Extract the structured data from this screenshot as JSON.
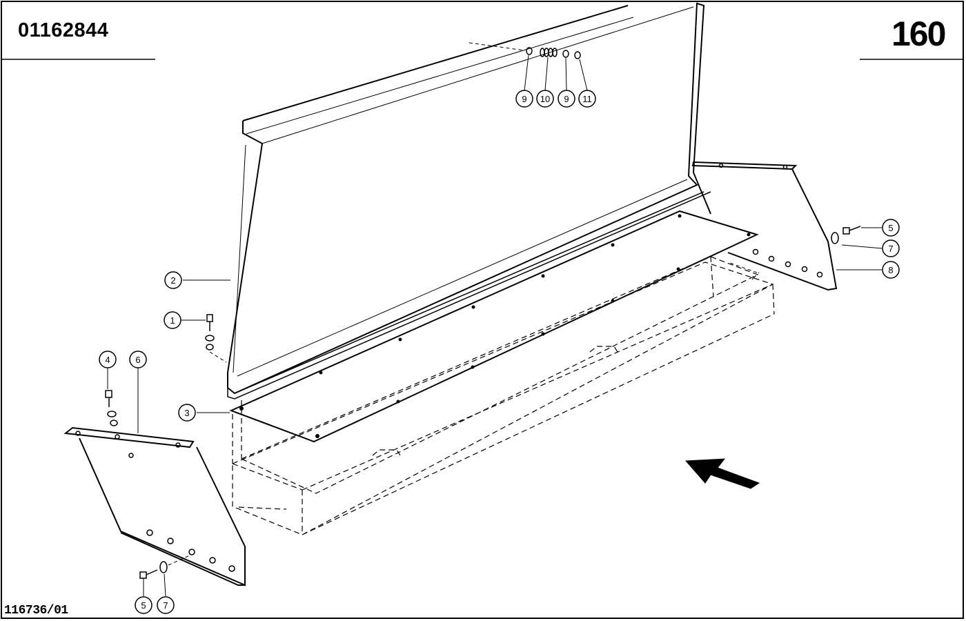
{
  "header": {
    "document_number": "01162844",
    "page_number": "160"
  },
  "footer": {
    "drawing_reference": "116736/01"
  },
  "callouts": {
    "c1": "1",
    "c2": "2",
    "c3": "3",
    "c4": "4",
    "c5a": "5",
    "c5b": "5",
    "c6": "6",
    "c7a": "7",
    "c7b": "7",
    "c8": "8",
    "c9a": "9",
    "c9b": "9",
    "c10": "10",
    "c11": "11"
  },
  "icons": {
    "direction_arrow": "arrow-up-left"
  },
  "colors": {
    "ink": "#000000",
    "paper": "#ffffff"
  }
}
